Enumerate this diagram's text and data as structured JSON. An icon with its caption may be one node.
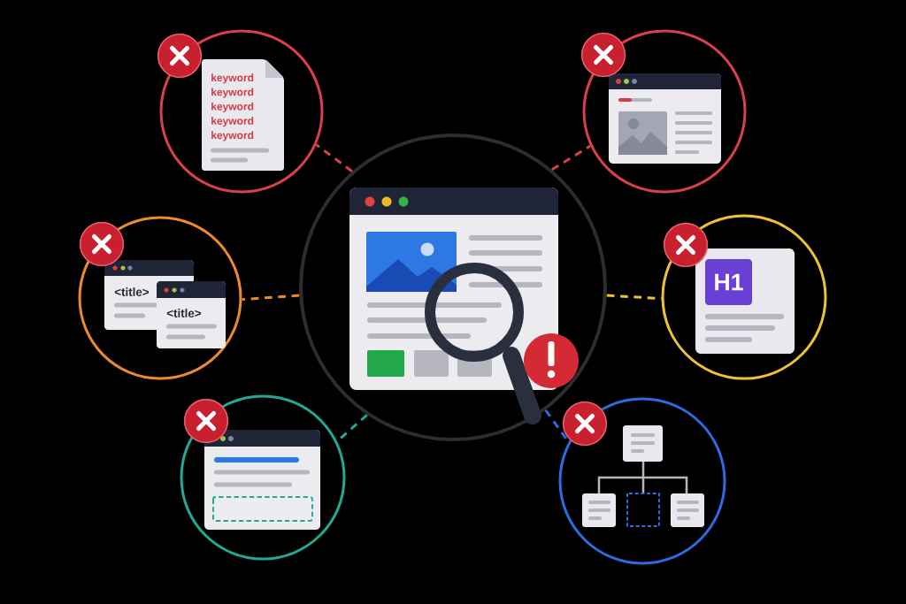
{
  "diagram": {
    "nodes": [
      {
        "text": [],
        "shape": "circle"
      },
      {
        "text": [
          "keyword",
          "keyword",
          "keyword",
          "keyword",
          "keyword"
        ],
        "in": 0
      },
      {
        "text": [],
        "shape": "circle"
      },
      {
        "text": [],
        "shape": "picture",
        "in": 2
      },
      {
        "text": [],
        "shape": "circle"
      },
      {
        "text": [
          "<title>"
        ],
        "in": 4
      },
      {
        "text": [
          "<title>"
        ],
        "in": 4
      },
      {
        "text": [],
        "shape": "circle"
      },
      {
        "text": [],
        "shape": "picture",
        "in": 7
      },
      {
        "text": [],
        "shape": "circle"
      },
      {
        "text": [
          "H1"
        ],
        "in": 9
      },
      {
        "text": [],
        "shape": "circle"
      },
      {
        "text": [],
        "shape": "picture",
        "in": 11
      },
      {
        "text": [],
        "shape": "circle"
      },
      {
        "text": [],
        "shape": "picture",
        "in": 13
      }
    ],
    "edges": [
      {
        "from": 7,
        "to": 0,
        "arrow": "none",
        "style": "dashed",
        "color": "#d9404c"
      },
      {
        "from": 7,
        "to": 2,
        "arrow": "none",
        "style": "dashed",
        "color": "#d9404c"
      },
      {
        "from": 7,
        "to": 4,
        "arrow": "none",
        "style": "dashed",
        "color": "#ec8a2c"
      },
      {
        "from": 7,
        "to": 9,
        "arrow": "none",
        "style": "dashed",
        "color": "#eec232"
      },
      {
        "from": 7,
        "to": 11,
        "arrow": "none",
        "style": "dashed",
        "color": "#22a895"
      },
      {
        "from": 7,
        "to": 13,
        "arrow": "none",
        "style": "dashed",
        "color": "#2b6ce0"
      }
    ]
  }
}
